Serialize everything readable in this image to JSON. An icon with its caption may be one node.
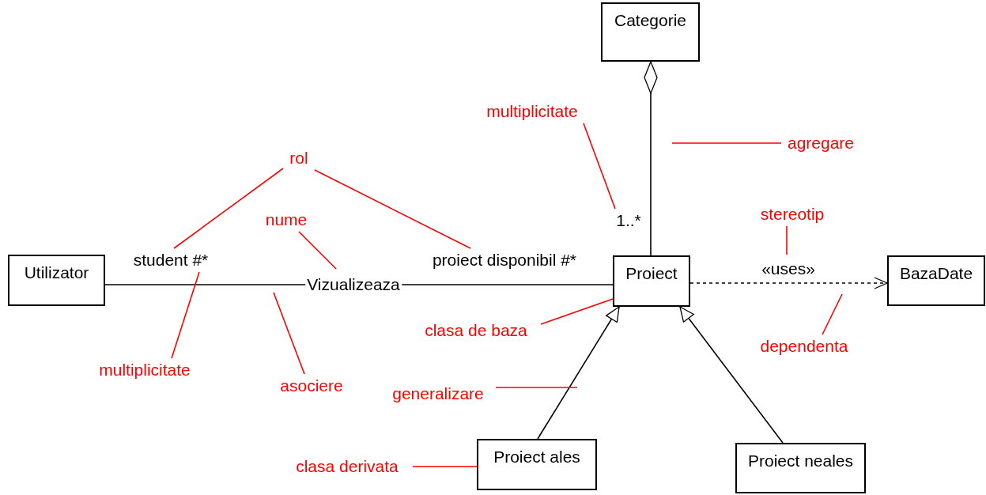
{
  "diagram": {
    "nodes": [
      {
        "text": [
          "Categorie"
        ]
      },
      {
        "text": [
          "multiplicitate"
        ]
      },
      {
        "text": [
          "agregare"
        ]
      },
      {
        "text": [
          "rol"
        ]
      },
      {
        "text": [
          "1..*"
        ]
      },
      {
        "text": [
          "stereotip"
        ]
      },
      {
        "text": [
          "nume"
        ]
      },
      {
        "text": [
          "student #*"
        ]
      },
      {
        "text": [
          "proiect disponibil #*"
        ]
      },
      {
        "text": [
          "Utilizator"
        ]
      },
      {
        "text": [
          "Proiect"
        ]
      },
      {
        "text": [
          "BazaDate"
        ]
      },
      {
        "text": [
          "clasa de baza"
        ]
      },
      {
        "text": [
          "dependenta"
        ]
      },
      {
        "text": [
          "multiplicitate"
        ]
      },
      {
        "text": [
          "asociere"
        ]
      },
      {
        "text": [
          "generalizare"
        ]
      },
      {
        "text": [
          "clasa derivata"
        ]
      },
      {
        "text": [
          "Proiect ales"
        ]
      },
      {
        "text": [
          "Proiect neales"
        ]
      }
    ],
    "edges": [
      {
        "from": 9,
        "to": 10,
        "arrow": "none",
        "label": "Vizualizeaza",
        "color": "#000000"
      },
      {
        "from": 10,
        "to": 0,
        "arrow": "other",
        "color": "#000000"
      },
      {
        "from": 10,
        "to": 11,
        "arrow": "to",
        "label": "«uses»",
        "style": "dashed",
        "color": "#000000"
      },
      {
        "from": 18,
        "to": 10,
        "arrow": "to",
        "color": "#000000"
      },
      {
        "from": 19,
        "to": 10,
        "arrow": "to",
        "color": "#000000"
      },
      {
        "from": 3,
        "to": 7,
        "arrow": "none"
      },
      {
        "from": 3,
        "to": 8,
        "arrow": "none"
      },
      {
        "from": 6,
        "to": null,
        "arrow": "none"
      },
      {
        "from": 1,
        "to": 4,
        "arrow": "none"
      },
      {
        "from": 2,
        "to": null,
        "arrow": "none"
      },
      {
        "from": 5,
        "to": null,
        "arrow": "none"
      },
      {
        "from": 13,
        "to": null,
        "arrow": "none"
      },
      {
        "from": 12,
        "to": 10,
        "arrow": "none"
      },
      {
        "from": 14,
        "to": 7,
        "arrow": "none"
      },
      {
        "from": 15,
        "to": null,
        "arrow": "none"
      },
      {
        "from": 16,
        "to": null,
        "arrow": "none"
      },
      {
        "from": 17,
        "to": 18,
        "arrow": "none"
      }
    ]
  }
}
